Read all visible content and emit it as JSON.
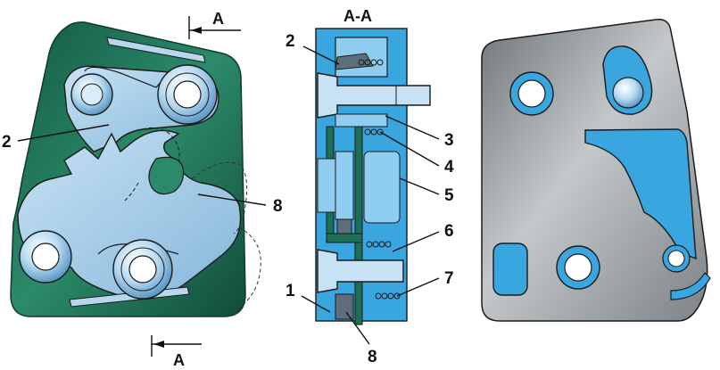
{
  "section_title": "A-A",
  "section_marks": {
    "top": "A",
    "bottom": "A"
  },
  "callouts": {
    "left_2": "2",
    "left_8": "8",
    "sec_2": "2",
    "sec_3": "3",
    "sec_4": "4",
    "sec_5": "5",
    "sec_6": "6",
    "sec_7": "7",
    "sec_1": "1",
    "sec_8": "8"
  },
  "colors": {
    "plate_green": "#1e6e55",
    "part_blue": "#9cc8e6",
    "section_blue": "#3aa6e0",
    "gray_plate": "#8f9599",
    "outline": "#1a1a1a"
  }
}
